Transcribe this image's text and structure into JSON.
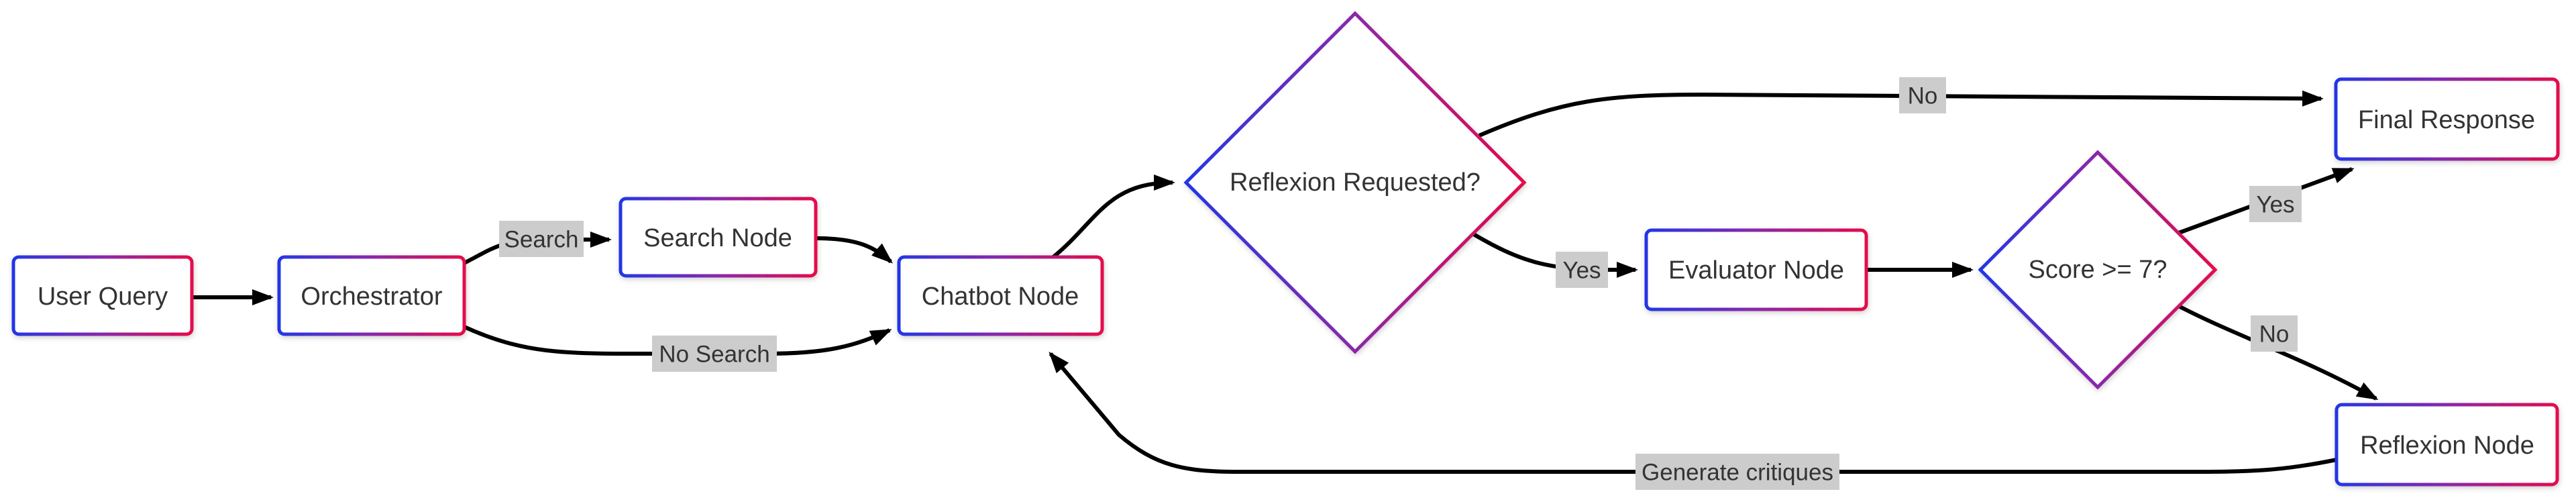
{
  "diagram": {
    "type": "flowchart",
    "direction": "left-to-right",
    "background": "#ffffff",
    "styles": {
      "node_fill": "#ffffff",
      "node_text_color": "#333333",
      "border_gradient_start": "#2336e6",
      "border_gradient_mid": "#8a28aa",
      "border_gradient_end": "#e40a4b",
      "edge_color": "#000000",
      "edge_label_bg": "#cccccc",
      "edge_label_text_color": "#333333"
    },
    "nodes": [
      {
        "id": "user_query",
        "label": "User Query",
        "shape": "rect"
      },
      {
        "id": "orchestrator",
        "label": "Orchestrator",
        "shape": "rect"
      },
      {
        "id": "search_node",
        "label": "Search Node",
        "shape": "rect"
      },
      {
        "id": "chatbot_node",
        "label": "Chatbot Node",
        "shape": "rect"
      },
      {
        "id": "reflexion_requested",
        "label": "Reflexion Requested?",
        "shape": "diamond"
      },
      {
        "id": "evaluator_node",
        "label": "Evaluator Node",
        "shape": "rect"
      },
      {
        "id": "score_check",
        "label": "Score >= 7?",
        "shape": "diamond"
      },
      {
        "id": "final_response",
        "label": "Final Response",
        "shape": "rect"
      },
      {
        "id": "reflexion_node",
        "label": "Reflexion Node",
        "shape": "rect"
      }
    ],
    "edges": [
      {
        "from": "user_query",
        "to": "orchestrator",
        "label": ""
      },
      {
        "from": "orchestrator",
        "to": "search_node",
        "label": "Search"
      },
      {
        "from": "orchestrator",
        "to": "chatbot_node",
        "label": "No Search"
      },
      {
        "from": "search_node",
        "to": "chatbot_node",
        "label": ""
      },
      {
        "from": "chatbot_node",
        "to": "reflexion_requested",
        "label": ""
      },
      {
        "from": "reflexion_requested",
        "to": "final_response",
        "label": "No"
      },
      {
        "from": "reflexion_requested",
        "to": "evaluator_node",
        "label": "Yes"
      },
      {
        "from": "evaluator_node",
        "to": "score_check",
        "label": ""
      },
      {
        "from": "score_check",
        "to": "final_response",
        "label": "Yes"
      },
      {
        "from": "score_check",
        "to": "reflexion_node",
        "label": "No"
      },
      {
        "from": "reflexion_node",
        "to": "chatbot_node",
        "label": "Generate critiques"
      }
    ]
  }
}
